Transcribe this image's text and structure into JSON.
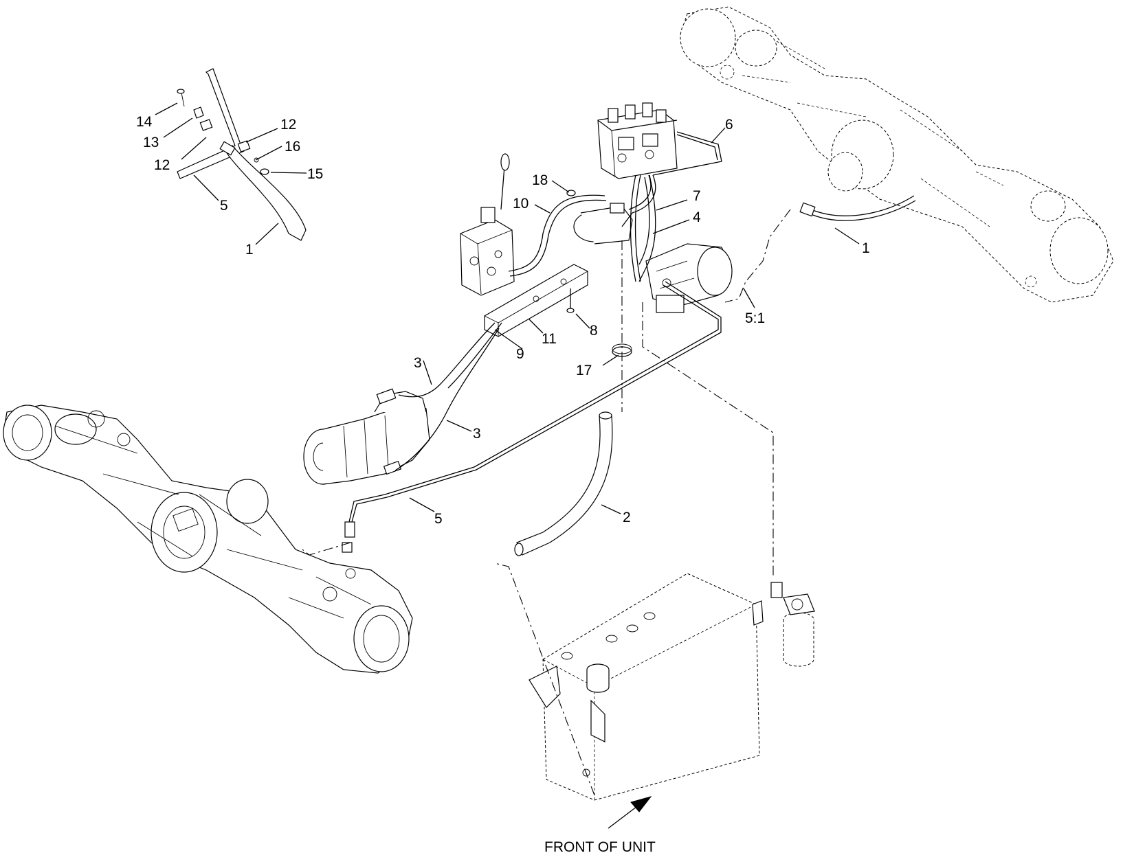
{
  "callouts": {
    "c14": "14",
    "c13": "13",
    "c12a": "12",
    "c12b": "12",
    "c16": "16",
    "c15": "15",
    "c5a": "5",
    "c1a": "1",
    "c6": "6",
    "c18": "18",
    "c10": "10",
    "c7": "7",
    "c4": "4",
    "c1b": "1",
    "c51": "5:1",
    "c8": "8",
    "c11": "11",
    "c9": "9",
    "c17": "17",
    "c3a": "3",
    "c3b": "3",
    "c5b": "5",
    "c2": "2"
  },
  "front_label": "FRONT OF UNIT"
}
